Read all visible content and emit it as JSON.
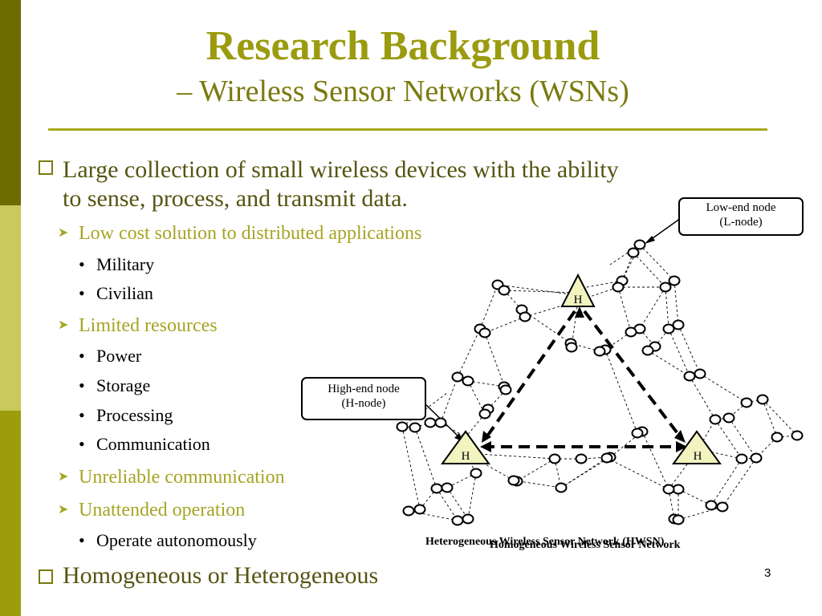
{
  "title": "Research Background",
  "subtitle": "– Wireless Sensor Networks (WSNs)",
  "bullets": [
    {
      "text": "Large collection of small wireless devices with the ability to sense, process, and transmit data.",
      "line1": "Large collection of small wireless devices with the ability",
      "line2": "to sense, process, and transmit data."
    },
    {
      "text": "Homogeneous or Heterogeneous"
    }
  ],
  "subpoints": [
    {
      "label": "Low cost solution to distributed applications",
      "items": [
        "Military",
        "Civilian"
      ]
    },
    {
      "label": "Limited resources",
      "items": [
        "Power",
        "Storage",
        "Processing",
        "Communication"
      ]
    },
    {
      "label": "Unreliable communication",
      "items": []
    },
    {
      "label": "Unattended operation",
      "items": [
        "Operate autonomously"
      ]
    }
  ],
  "diagram": {
    "callout_low_line1": "Low-end node",
    "callout_low_line2": "(L-node)",
    "callout_high_line1": "High-end node",
    "callout_high_line2": "(H-node)",
    "h_label": "H",
    "caption_hetero": "Heterogeneous Wireless Sensor Network (HWSN)",
    "caption_homo": "Homogeneous Wireless Sensor Network"
  },
  "page_number": "3",
  "colors": {
    "sidebar_dark": "#6b6b00",
    "sidebar_light": "#c9c95c",
    "sidebar_mid": "#9c9c0c",
    "title": "#9b9b0f",
    "subpoint": "#a5a525",
    "h_node_fill": "#f2f4c0"
  }
}
